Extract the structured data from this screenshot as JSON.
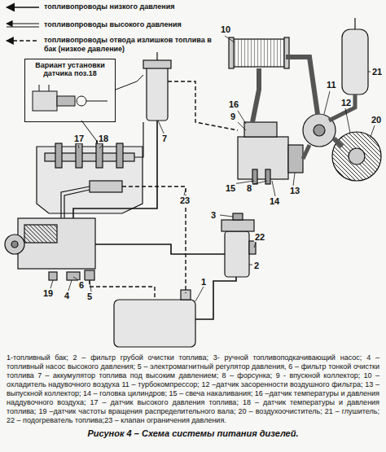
{
  "diagram": {
    "caption": "Рисунок 4 – Схема системы питания дизелей.",
    "nodes": [
      {
        "text": [
          "Вариант установки датчика поз.18"
        ]
      }
    ],
    "labels": [
      "10",
      "21",
      "11",
      "12",
      "16",
      "9",
      "20",
      "17",
      "18",
      "7",
      "15",
      "8",
      "14",
      "13",
      "23",
      "3",
      "22",
      "2",
      "1",
      "6",
      "19",
      "4",
      "5",
      "1-топливный бак; 2 – фильтр грубой очистки топлива; 3- ручной топливоподкачивающий насос; 4 – топливный насос высокого давления; 5 – электромагнитный регулятор давления, 6 – фильтр тонкой очистки топлива 7 – аккумулятор топлива под высоким давлением; 8 – форсунка; 9 - впускной коллектор; 10 – охладитель надувочного воздуха 11 – турбокомпрессор; 12 –датчик засоренности воздушного фильтра; 13 – выпускной коллектор; 14 – головка цилиндров; 15 – свеча накаливания; 16 –датчик температуры и давления наддувочного воздуха; 17 – датчик высокого давления топлива; 18 – датчик температуры и давления топлива; 19 –датчик частоты вращения распределительного вала; 20 – воздухоочиститель; 21 – глушитель; 22 – подогреватель топлива;23 – клапан ограничения давления."
    ],
    "legend": [
      {
        "text": "топливопроводы низкого давления"
      },
      {
        "text": "топливопроводы высокого давления"
      },
      {
        "text": "топливопроводы отвода излишков топлива в бак (низкое давление)"
      }
    ]
  }
}
